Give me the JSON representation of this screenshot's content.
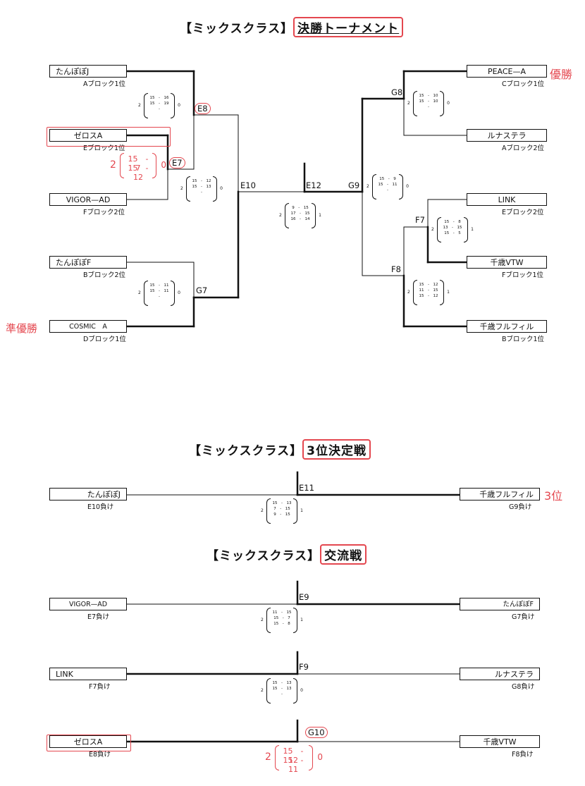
{
  "titles": {
    "final": {
      "prefix": "【ミックスクラス】",
      "main": "決勝トーナメント"
    },
    "third": {
      "prefix": "【ミックスクラス】",
      "main": "3位決定戦"
    },
    "exchange": {
      "prefix": "【ミックスクラス】",
      "main": "交流戦"
    }
  },
  "bracket": {
    "teams": [
      {
        "name": "たんぽぽJ",
        "sub": "Aブロック1位"
      },
      {
        "name": "ゼロスA",
        "sub": "Eブロック1位"
      },
      {
        "name": "VIGOR—AD",
        "sub": "Fブロック2位"
      },
      {
        "name": "たんぽぽF",
        "sub": "Bブロック2位"
      },
      {
        "name": "COSMIC　A",
        "sub": "Dブロック1位"
      },
      {
        "name": "PEACE—A",
        "sub": "Cブロック1位"
      },
      {
        "name": "ルナステラ",
        "sub": "Aブロック2位"
      },
      {
        "name": "LINK",
        "sub": "Eブロック2位"
      },
      {
        "name": "千歳VTW",
        "sub": "Fブロック1位"
      },
      {
        "name": "千歳フルフィル",
        "sub": "Bブロック1位"
      }
    ],
    "matches": {
      "E8": {
        "label": "E8",
        "left": "2",
        "right": "0",
        "rows": [
          "15　-　16",
          "15　-　19",
          "-"
        ]
      },
      "E7": {
        "label": "E7",
        "left": "2",
        "right": "0",
        "rows": [
          "15　-　7",
          "15　-　12"
        ]
      },
      "E10": {
        "label": "E10",
        "left": "2",
        "right": "0",
        "rows": [
          "15　-　12",
          "15　-　13",
          "-"
        ]
      },
      "G7": {
        "label": "G7",
        "left": "2",
        "right": "0",
        "rows": [
          "15　-　11",
          "15　-　11",
          "-"
        ]
      },
      "E12": {
        "label": "E12",
        "left": "2",
        "right": "1",
        "rows": [
          "9　-　15",
          "17　-　15",
          "16　-　14"
        ]
      },
      "G9": {
        "label": "G9",
        "left": "2",
        "right": "0",
        "rows": [
          "15　-　9",
          "15　-　11",
          "-"
        ]
      },
      "G8": {
        "label": "G8",
        "left": "2",
        "right": "0",
        "rows": [
          "15　-　10",
          "15　-　10",
          "-"
        ]
      },
      "F7": {
        "label": "F7",
        "left": "2",
        "right": "1",
        "rows": [
          "15　-　8",
          "13　-　15",
          "15　-　5"
        ]
      },
      "F8": {
        "label": "F8",
        "left": "2",
        "right": "1",
        "rows": [
          "15　-　12",
          "11　-　15",
          "15　-　12"
        ]
      }
    },
    "annotations": {
      "winner": "優勝",
      "runner_up": "準優勝"
    }
  },
  "third_place": {
    "label": "E11",
    "left_team": {
      "name": "たんぽぽJ",
      "sub": "E10負け"
    },
    "right_team": {
      "name": "千歳フルフィル",
      "sub": "G9負け"
    },
    "left": "2",
    "right": "1",
    "rows": [
      "15　-　13",
      "7　-　15",
      "9　-　15"
    ],
    "annotation": "3位"
  },
  "exchange": [
    {
      "label": "E9",
      "left_team": {
        "name": "VIGOR—AD",
        "sub": "E7負け"
      },
      "right_team": {
        "name": "たんぽぽF",
        "sub": "G7負け"
      },
      "left": "2",
      "right": "1",
      "rows": [
        "11　-　15",
        "15　-　7",
        "15　-　8"
      ]
    },
    {
      "label": "F9",
      "left_team": {
        "name": "LINK",
        "sub": "F7負け"
      },
      "right_team": {
        "name": "ルナステラ",
        "sub": "G8負け"
      },
      "left": "2",
      "right": "0",
      "rows": [
        "15　-　13",
        "15　-　13",
        "-"
      ]
    },
    {
      "label": "G10",
      "left_team": {
        "name": "ゼロスA",
        "sub": "E8負け"
      },
      "right_team": {
        "name": "千歳VTW",
        "sub": "F8負け"
      },
      "left": "2",
      "right": "0",
      "rows": [
        "15　-　12",
        "15　-　11"
      ]
    }
  ]
}
